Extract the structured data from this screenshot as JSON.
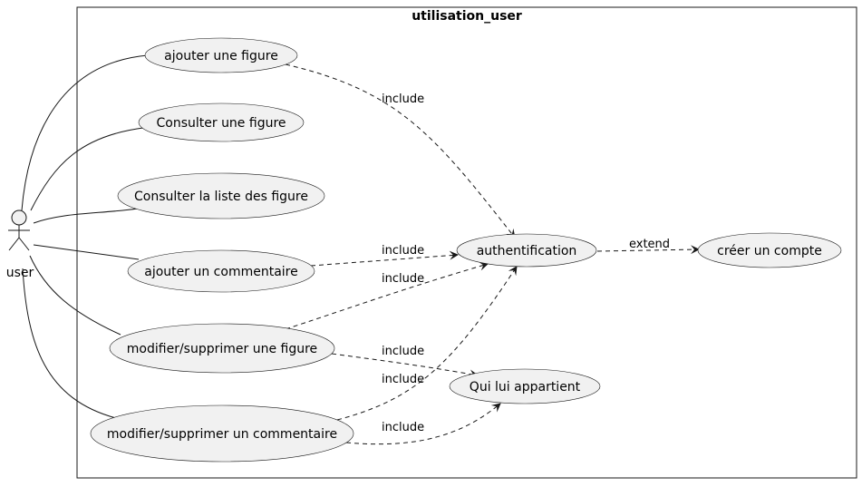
{
  "system": {
    "title": "utilisation_user"
  },
  "actor": {
    "label": "user"
  },
  "use_cases": {
    "ajouter_figure": "ajouter une figure",
    "consulter_figure": "Consulter une figure",
    "consulter_liste": "Consulter la liste des figure",
    "ajouter_commentaire": "ajouter un commentaire",
    "modifier_figure": "modifier/supprimer une figure",
    "modifier_commentaire": "modifier/supprimer un commentaire",
    "authentification": "authentification",
    "creer_compte": "créer un compte",
    "qui_lui_appartient": "Qui lui appartient"
  },
  "relations": {
    "include": "include",
    "extend": "extend"
  }
}
